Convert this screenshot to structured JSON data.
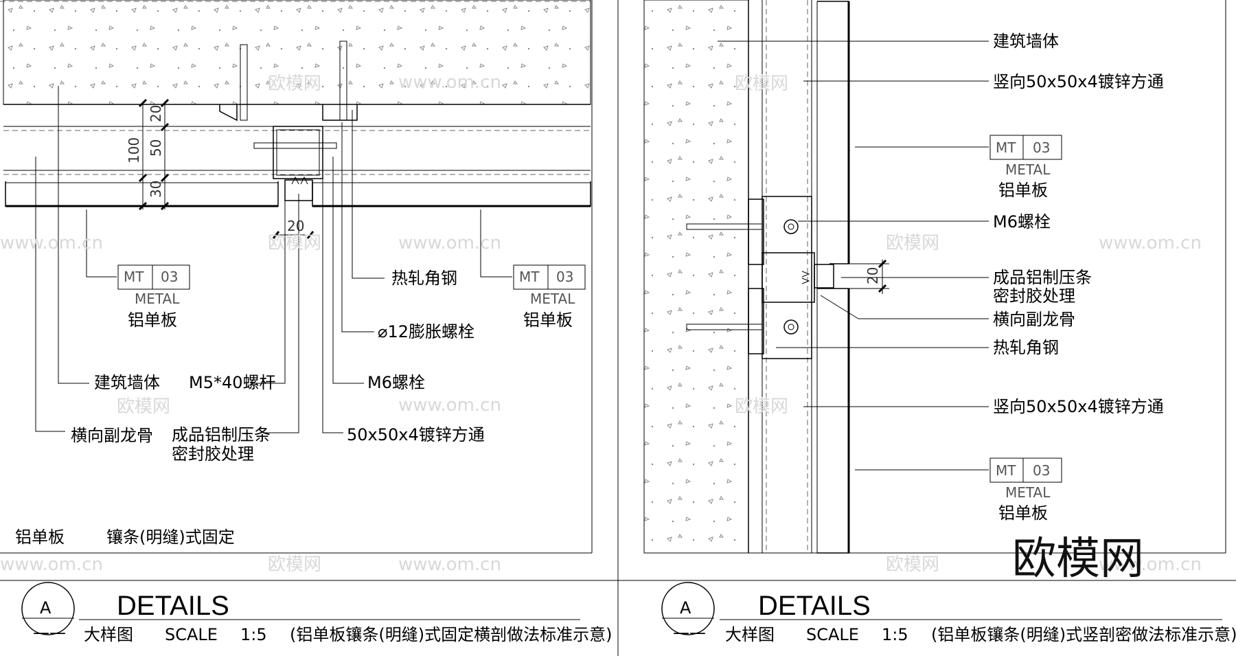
{
  "left_detail": {
    "labels": {
      "wall": "建筑墙体",
      "bolt_rod": "M5*40螺杆",
      "cross_keel": "横向副龙骨",
      "strip_line1": "成品铝制压条",
      "strip_line2": "密封胶处理",
      "angle_steel": "热轧角钢",
      "expansion_bolt": "⌀12膨胀螺栓",
      "m6_bolt": "M6螺栓",
      "square_tube": "50x50x4镀锌方通"
    },
    "tags": [
      {
        "code": "MT",
        "num": "03",
        "material": "METAL",
        "name": "铝单板"
      },
      {
        "code": "MT",
        "num": "03",
        "material": "METAL",
        "name": "铝单板"
      }
    ],
    "dims": {
      "total": "100",
      "top": "20",
      "mid": "50",
      "bottom": "30",
      "gap": "20"
    },
    "note_left": "铝单板",
    "note_right": "镶条(明缝)式固定"
  },
  "right_detail": {
    "labels": {
      "wall": "建筑墙体",
      "tube_top": "竖向50x50x4镀锌方通",
      "m6_bolt": "M6螺栓",
      "strip_line1": "成品铝制压条",
      "strip_line2": "密封胶处理",
      "cross_keel": "横向副龙骨",
      "angle_steel": "热轧角钢",
      "tube_bottom": "竖向50x50x4镀锌方通"
    },
    "tags": [
      {
        "code": "MT",
        "num": "03",
        "material": "METAL",
        "name": "铝单板"
      },
      {
        "code": "MT",
        "num": "03",
        "material": "METAL",
        "name": "铝单板"
      }
    ],
    "dims": {
      "gap": "20"
    }
  },
  "title_blocks": [
    {
      "letter": "A",
      "dash": "——",
      "title": "DETAILS",
      "sub": "大样图",
      "scale_label": "SCALE",
      "scale": "1:5",
      "desc": "(铝单板镶条(明缝)式固定横剖做法标准示意)"
    },
    {
      "letter": "A",
      "dash": "——",
      "title": "DETAILS",
      "sub": "大样图",
      "scale_label": "SCALE",
      "scale": "1:5",
      "desc": "(铝单板镶条(明缝)式竖剖密做法标准示意)"
    }
  ],
  "watermarks": {
    "site": "www.om.cn",
    "brand": "欧模网",
    "big": "欧模网"
  }
}
